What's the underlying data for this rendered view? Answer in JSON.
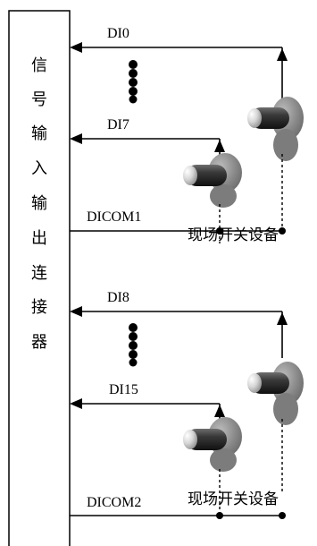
{
  "connector": {
    "label": [
      "信",
      "号",
      "输",
      "入",
      "输",
      "出",
      "连",
      "接",
      "器"
    ]
  },
  "group1": {
    "first_channel": "DI0",
    "last_channel": "DI7",
    "common": "DICOM1",
    "device": "现场开关设备"
  },
  "group2": {
    "first_channel": "DI8",
    "last_channel": "DI15",
    "common": "DICOM2",
    "device": "现场开关设备"
  }
}
